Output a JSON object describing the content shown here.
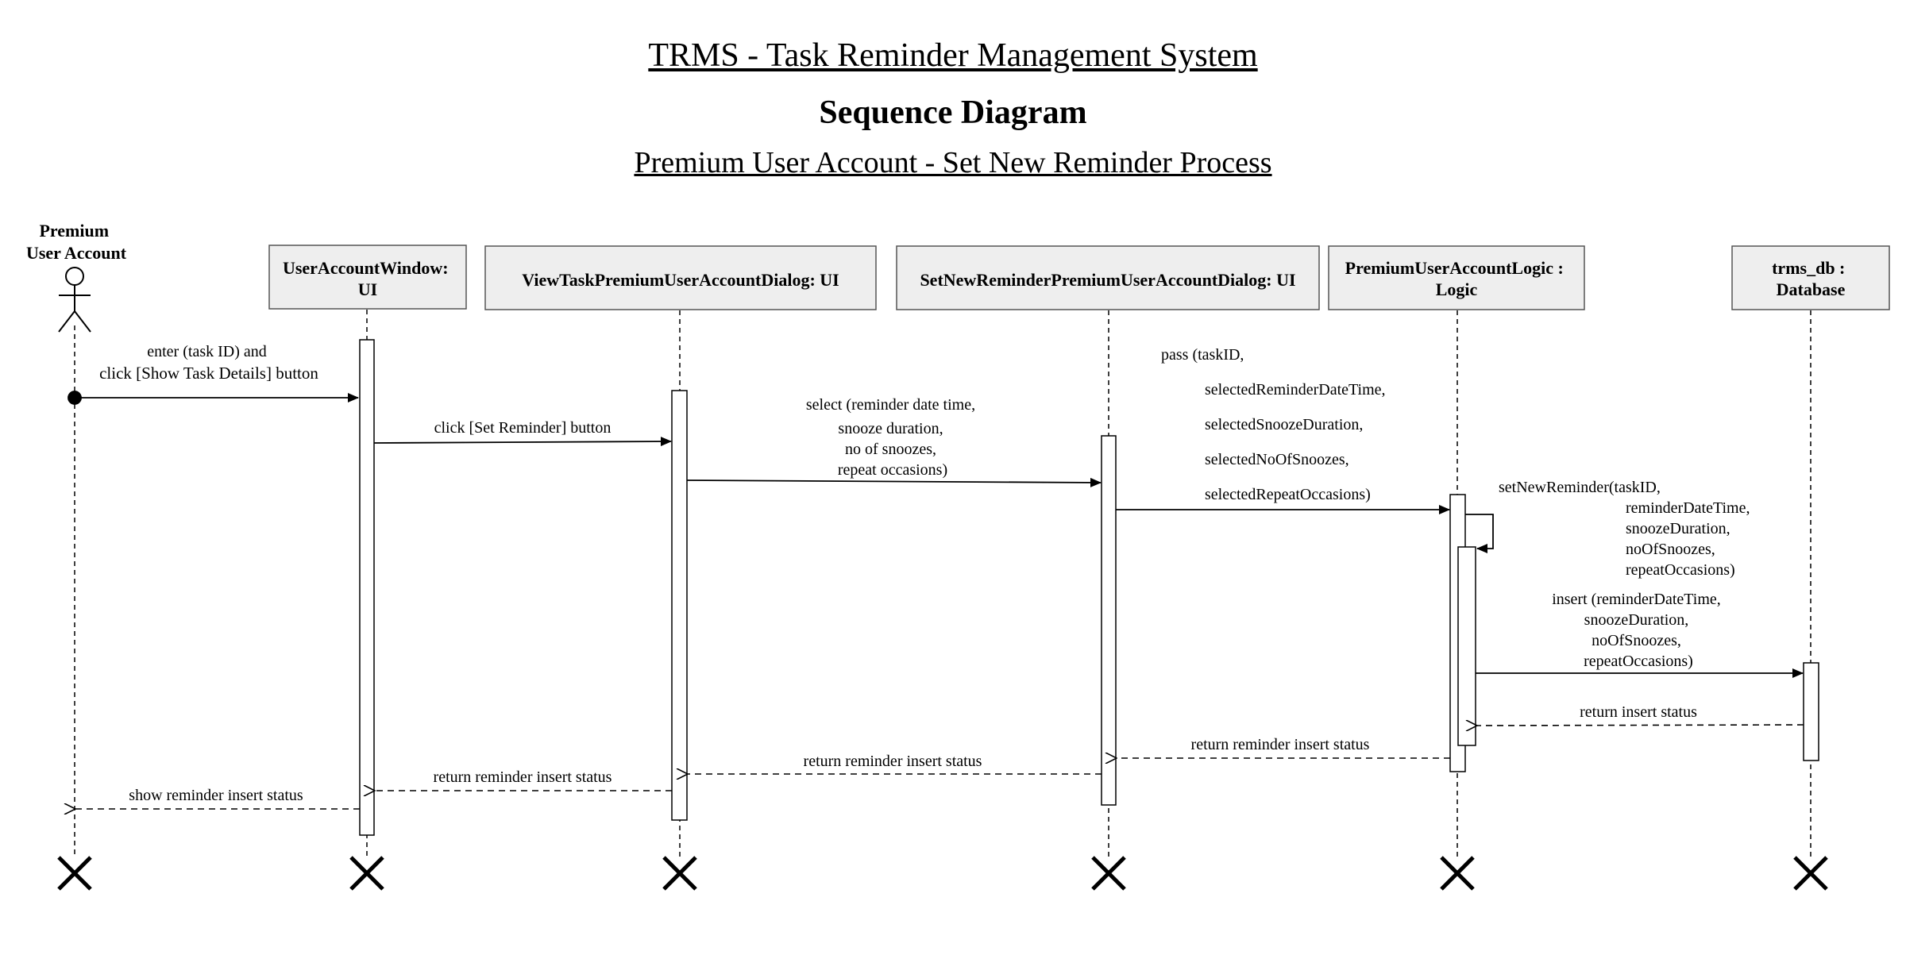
{
  "header": {
    "system_title": "TRMS - Task Reminder Management System",
    "diagram_type": "Sequence Diagram",
    "process_title": "Premium User Account - Set New Reminder Process"
  },
  "actor": {
    "lines": [
      "Premium",
      "User Account"
    ]
  },
  "participants": [
    {
      "id": "uaw",
      "lines": [
        "UserAccountWindow:",
        "UI"
      ]
    },
    {
      "id": "vtd",
      "lines": [
        "ViewTaskPremiumUserAccountDialog: UI"
      ]
    },
    {
      "id": "snr",
      "lines": [
        "SetNewReminderPremiumUserAccountDialog: UI"
      ]
    },
    {
      "id": "pual",
      "lines": [
        "PremiumUserAccountLogic :",
        "Logic"
      ]
    },
    {
      "id": "db",
      "lines": [
        "trms_db :",
        "Database"
      ]
    }
  ],
  "messages": [
    {
      "id": "m1",
      "lines": [
        "enter (task ID) and",
        "click [Show Task Details] button"
      ]
    },
    {
      "id": "m2",
      "lines": [
        "click [Set Reminder] button"
      ]
    },
    {
      "id": "m3",
      "lines": [
        "select (reminder date time,",
        "snooze duration,",
        "no of snoozes,",
        "repeat occasions)"
      ]
    },
    {
      "id": "m4",
      "lines": [
        "pass (taskID,",
        "selectedReminderDateTime,",
        "selectedSnoozeDuration,",
        "selectedNoOfSnoozes,",
        "selectedRepeatOccasions)"
      ]
    },
    {
      "id": "m5",
      "lines": [
        "setNewReminder(taskID,",
        "reminderDateTime,",
        "snoozeDuration,",
        "noOfSnoozes,",
        "repeatOccasions)"
      ]
    },
    {
      "id": "m6",
      "lines": [
        "insert (reminderDateTime,",
        "snoozeDuration,",
        "noOfSnoozes,",
        "repeatOccasions)"
      ]
    },
    {
      "id": "r1",
      "lines": [
        "return insert status"
      ]
    },
    {
      "id": "r2",
      "lines": [
        "return reminder insert status"
      ]
    },
    {
      "id": "r3",
      "lines": [
        "return reminder insert status"
      ]
    },
    {
      "id": "r4",
      "lines": [
        "return reminder insert status"
      ]
    },
    {
      "id": "r5",
      "lines": [
        "show reminder insert status"
      ]
    }
  ]
}
